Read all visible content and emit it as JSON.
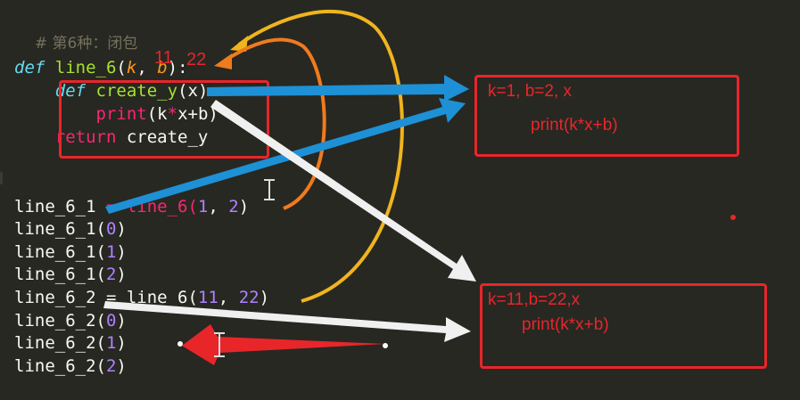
{
  "code": {
    "comment": "# 第6种：闭包",
    "def1": "def",
    "fn_name": "line_6",
    "open_paren": "(",
    "param_k": "k",
    "comma_sep": ", ",
    "param_b": "b",
    "close_colon": "):",
    "def2": "def",
    "inner_fn": "create_y",
    "inner_params": "(x):",
    "print_kw": "print",
    "print_args_a": "(k",
    "print_star": "*",
    "print_args_b": "x+b)",
    "return_kw": "return",
    "return_val": " create_y",
    "lines": [
      {
        "lhs": "line_6_1",
        "rest": " = line_6(",
        "n1": "1",
        "mid": ", ",
        "n2": "2",
        "end": ")"
      },
      {
        "lhs": "line_6_1(",
        "n1": "0",
        "end": ")"
      },
      {
        "lhs": "line_6_1(",
        "n1": "1",
        "end": ")"
      },
      {
        "lhs": "line_6_1(",
        "n1": "2",
        "end": ")"
      },
      {
        "lhs": "line_6_2",
        "rest": " = line_6(",
        "n1": "11",
        "mid": ", ",
        "n2": "22",
        "end": ")"
      },
      {
        "lhs": "line_6_2(",
        "n1": "0",
        "end": ")"
      },
      {
        "lhs": "line_6_2(",
        "n1": "1",
        "end": ")"
      },
      {
        "lhs": "line_6_2(",
        "n1": "2",
        "end": ")"
      }
    ]
  },
  "annotations": {
    "hand_11": "11",
    "hand_22": "22",
    "box1_line1": "k=1, b=2, x",
    "box1_line2": "print(k*x+b)",
    "box2_line1": "k=11,b=22,x",
    "box2_line2": "print(k*x+b)"
  },
  "colors": {
    "annotation_red": "#e8262a",
    "arrow_blue": "#1e90d6",
    "arrow_white": "#f0f0f0",
    "arrow_orange": "#f07a1e",
    "arrow_yellow": "#f0b41e"
  }
}
